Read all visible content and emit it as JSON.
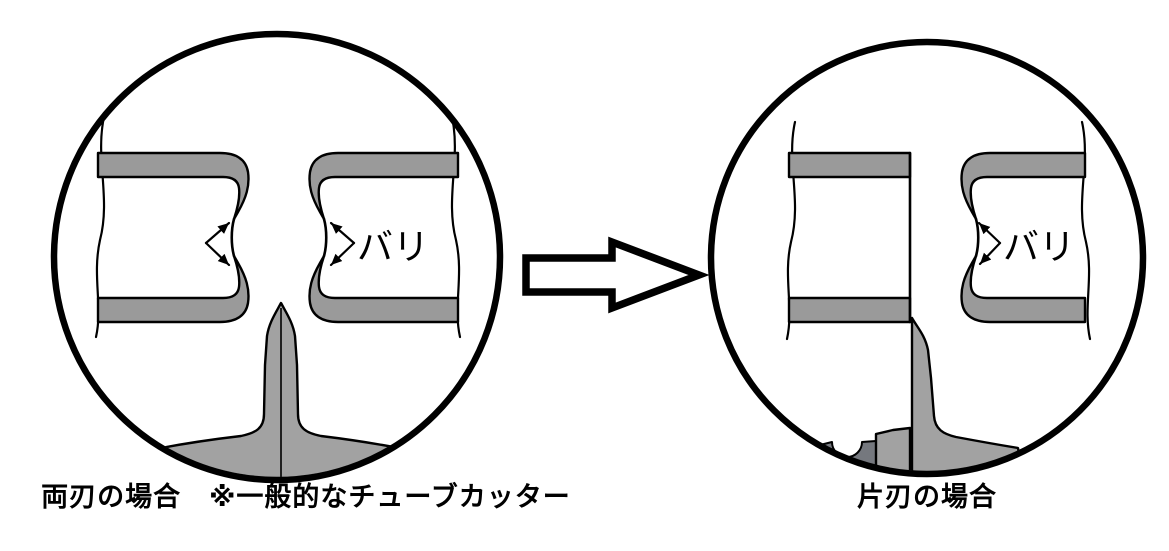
{
  "diagram": {
    "left": {
      "caption": "両刃の場合　※一般的なチューブカッター",
      "burr_label": "バリ"
    },
    "right": {
      "caption": "片刃の場合",
      "burr_label": "バリ"
    },
    "colors": {
      "outline": "#000000",
      "tube_wall_gray": "#9a9a9a",
      "blade_gray": "#a2a2a2",
      "cutter_body_dark_gray": "#75787e",
      "background": "#ffffff"
    }
  }
}
